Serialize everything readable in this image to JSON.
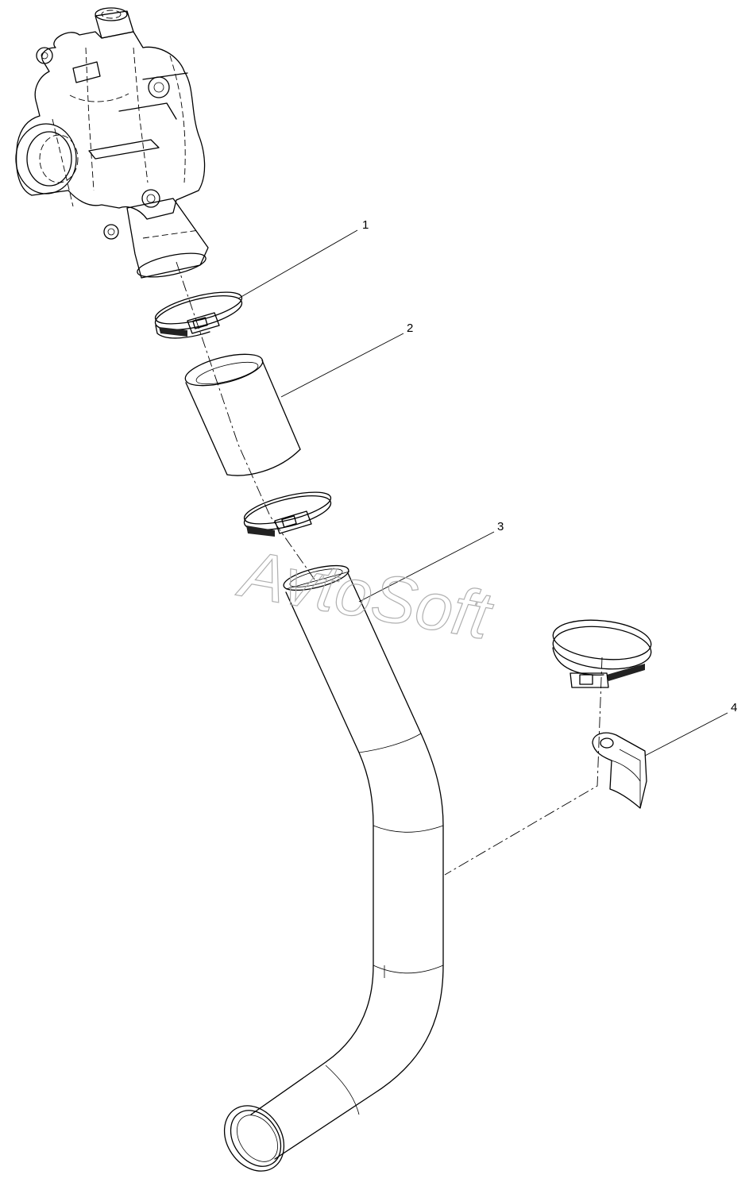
{
  "watermark": "AvtoSoft",
  "callouts": [
    {
      "id": "1",
      "label": "1"
    },
    {
      "id": "2",
      "label": "2"
    },
    {
      "id": "3",
      "label": "3"
    },
    {
      "id": "4",
      "label": "4"
    }
  ],
  "parts": [
    {
      "callout": "1",
      "part": "hose-clamp-icon"
    },
    {
      "callout": "2",
      "part": "hose-sleeve-icon"
    },
    {
      "callout": "3",
      "part": "coolant-pipe-icon"
    },
    {
      "callout": "4",
      "part": "pipe-bracket-icon"
    }
  ]
}
